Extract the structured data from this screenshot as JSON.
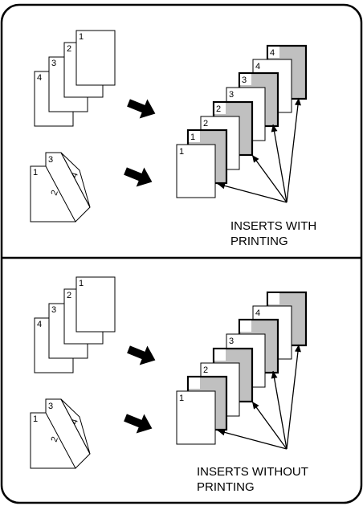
{
  "panels": [
    {
      "id": "with-printing",
      "caption_lines": [
        "INSERTS WITH",
        "PRINTING"
      ],
      "originals_page_numbers": [
        "1",
        "2",
        "3",
        "4"
      ],
      "duplex_page_numbers": [
        "1",
        "2",
        "3",
        "4"
      ],
      "output_page_numbers": [
        "1",
        "2",
        "3",
        "4"
      ],
      "insert_color": "#c0c0c0",
      "inserts_have_numbers": true
    },
    {
      "id": "without-printing",
      "caption_lines": [
        "INSERTS WITHOUT",
        "PRINTING"
      ],
      "originals_page_numbers": [
        "1",
        "2",
        "3",
        "4"
      ],
      "duplex_page_numbers": [
        "1",
        "2",
        "3",
        "4"
      ],
      "output_page_numbers": [
        "1",
        "2",
        "3",
        "4"
      ],
      "insert_color": "#c0c0c0",
      "inserts_have_numbers": false
    }
  ],
  "colors": {
    "frame": "#000000",
    "paper": "#ffffff",
    "ink": "#000000"
  }
}
